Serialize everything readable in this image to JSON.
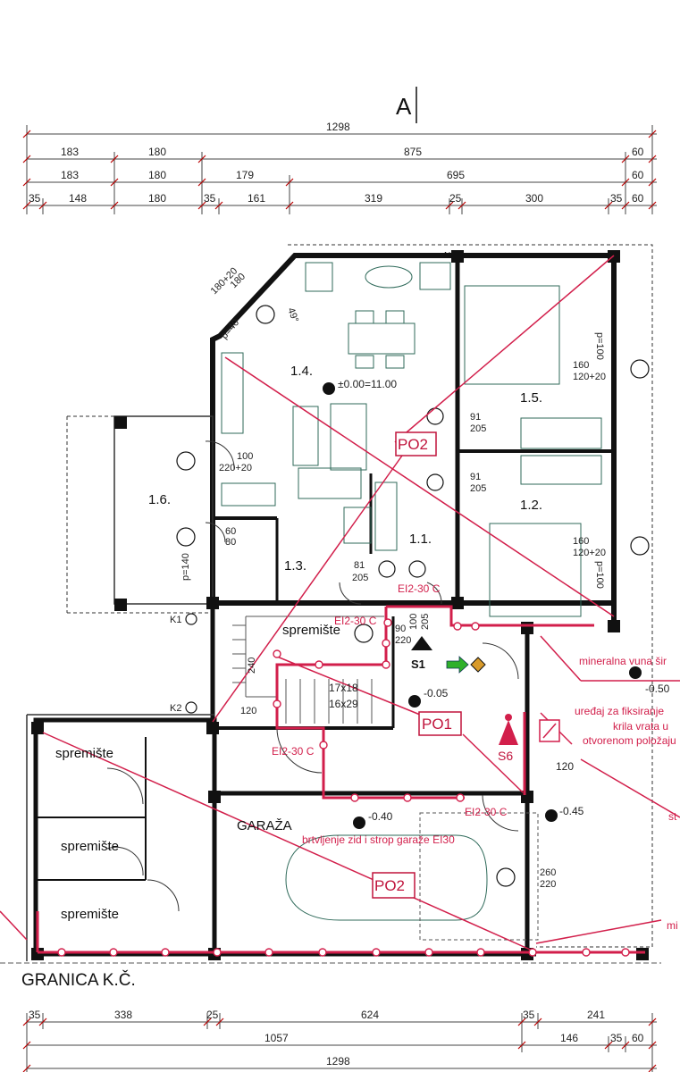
{
  "section_marker": "A",
  "dim_rows": {
    "top1": [
      "1298"
    ],
    "top2": [
      "183",
      "180",
      "875",
      "60"
    ],
    "top3": [
      "183",
      "180",
      "179",
      "695",
      "60"
    ],
    "top4": [
      "35",
      "148",
      "180",
      "35",
      "161",
      "319",
      "25",
      "300",
      "35",
      "60"
    ],
    "bottom1": [
      "35",
      "338",
      "25",
      "624",
      "35",
      "241"
    ],
    "bottom2": [
      "1057",
      "146",
      "35",
      "60"
    ],
    "bottom3": [
      "1298"
    ]
  },
  "rooms": {
    "r14": "1.4.",
    "r15": "1.5.",
    "r16": "1.6.",
    "r11": "1.1.",
    "r12": "1.2.",
    "r13": "1.3.",
    "spremiste_top": "spremište",
    "spremiste_1": "spremište",
    "spremiste_2": "spremište",
    "spremiste_3": "spremište",
    "garaza": "GARAŽA"
  },
  "levels": {
    "main": "±0.00=11.00",
    "stair": "-0.05",
    "garage": "-0.40",
    "right": "-0.45",
    "right_top": "-0.50"
  },
  "openings": {
    "w_corner_a": "180",
    "w_corner_b": "180+20",
    "p40": "p=40",
    "angle": "49°",
    "north": "N",
    "w15_a": "160",
    "w15_b": "120+20",
    "p100_a": "p=100",
    "d91a_a": "91",
    "d91a_b": "205",
    "d91b_a": "91",
    "d91b_b": "205",
    "w16_a": "100",
    "w16_b": "220+20",
    "w13_a": "60",
    "w13_b": "80",
    "p140": "p=140",
    "w12_a": "160",
    "w12_b": "120+20",
    "p100_b": "p=100",
    "d81_a": "81",
    "d81_b": "205",
    "d90_a": "90",
    "d90_b": "220",
    "d100_a": "100",
    "d100_b": "205",
    "stair_a": "17x18",
    "stair_b": "16x29",
    "d260_a": "260",
    "d260_b": "220",
    "d120": "120",
    "d120_small": "120",
    "d240": "240"
  },
  "fire": {
    "ei_1": "EI2-30 C",
    "ei_2": "EI2-30 C",
    "ei_3": "EI2-30 C",
    "ei_4": "EI2-30 C",
    "po2_top": "PO2",
    "po1": "PO1",
    "po2_bottom": "PO2",
    "garage_note": "brtvljenje zid i strop garaže EI30",
    "wool_note": "mineralna vuna šir",
    "fix_note_1": "uređaj za fiksiranje",
    "fix_note_2": "krila vrata u",
    "fix_note_3": "otvorenom položaju",
    "st_note": "st",
    "mi_note": "mi",
    "s1": "S1",
    "s6": "S6"
  },
  "markers": {
    "k1": "K1",
    "k2": "K2"
  },
  "boundary_label": "GRANICA K.Č."
}
